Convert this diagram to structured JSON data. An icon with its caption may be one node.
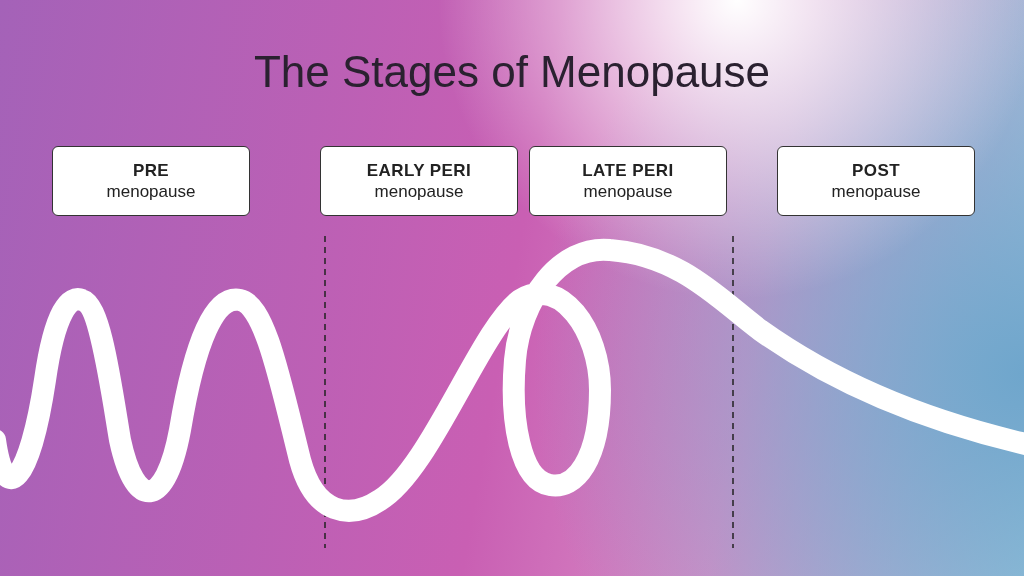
{
  "diagram": {
    "title": "The Stages of Menopause",
    "nodes": [
      {
        "text": [
          "PRE",
          "menopause"
        ]
      },
      {
        "text": [
          "EARLY PERI",
          "menopause"
        ]
      },
      {
        "text": [
          "LATE PERI",
          "menopause"
        ]
      },
      {
        "text": [
          "POST",
          "menopause"
        ]
      }
    ]
  }
}
